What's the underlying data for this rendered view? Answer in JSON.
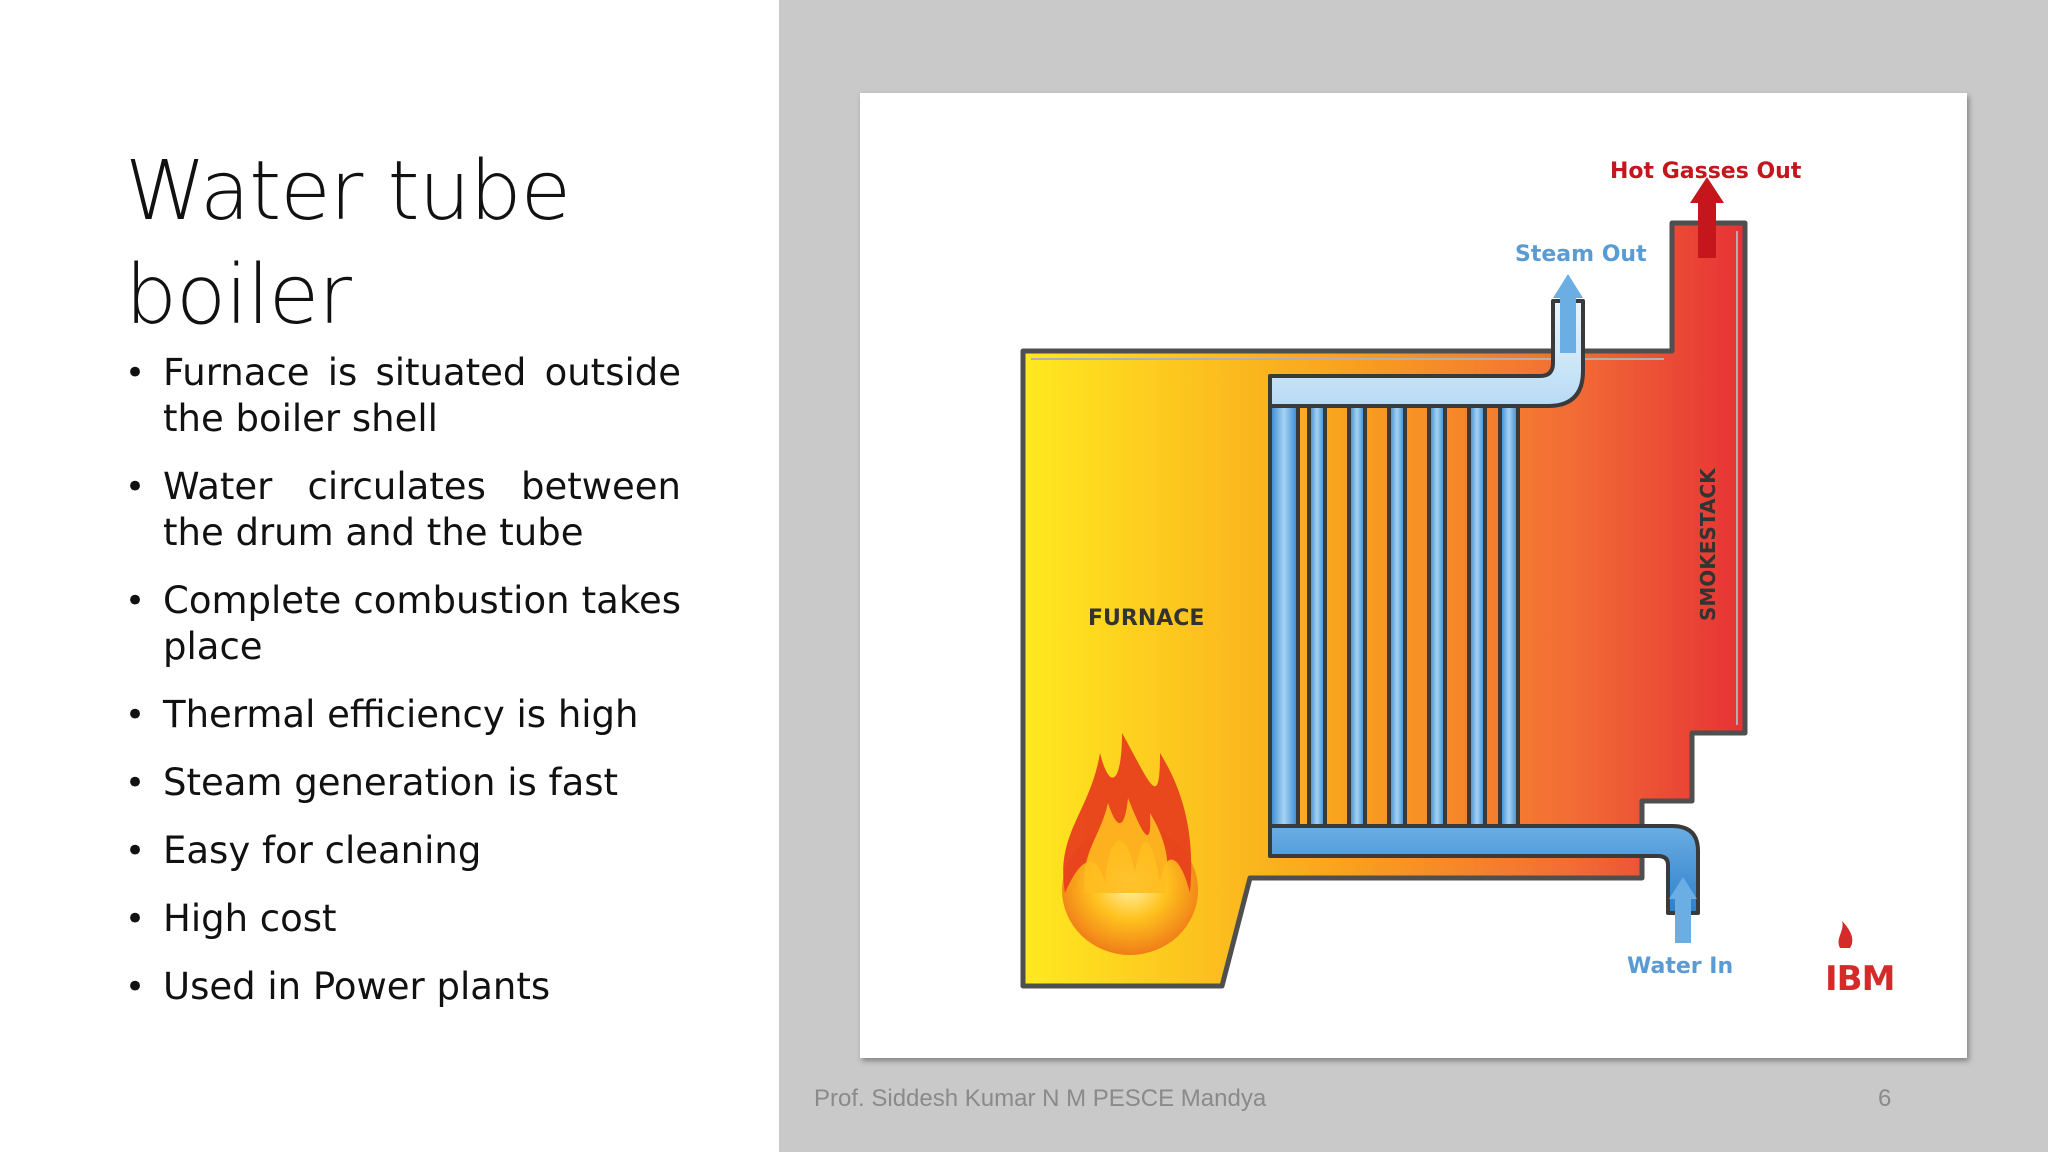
{
  "slide": {
    "title": "Water tube boiler",
    "bullets": [
      "Furnace is situated outside the boiler shell",
      "Water circulates between the drum and the tube",
      "Complete combustion takes place",
      "Thermal efficiency is high",
      "Steam generation is fast",
      "Easy for cleaning",
      "High cost",
      "Used in Power plants"
    ],
    "footer": "Prof. Siddesh Kumar N M PESCE Mandya",
    "page_number": "6"
  },
  "diagram": {
    "labels": {
      "hot_gasses": "Hot Gasses Out",
      "steam_out": "Steam Out",
      "furnace": "FURNACE",
      "smokestack": "SMOKESTACK",
      "water_in": "Water In",
      "logo": "IBM"
    },
    "colors": {
      "flame_yellow": "#ffe91f",
      "flame_orange": "#f9a01e",
      "hot_red": "#e53035",
      "water_blue": "#3f8fd5",
      "steam_light_blue": "#cfe6f7",
      "hot_gas_label": "#c4161c",
      "steam_label": "#5a9bd3"
    }
  }
}
